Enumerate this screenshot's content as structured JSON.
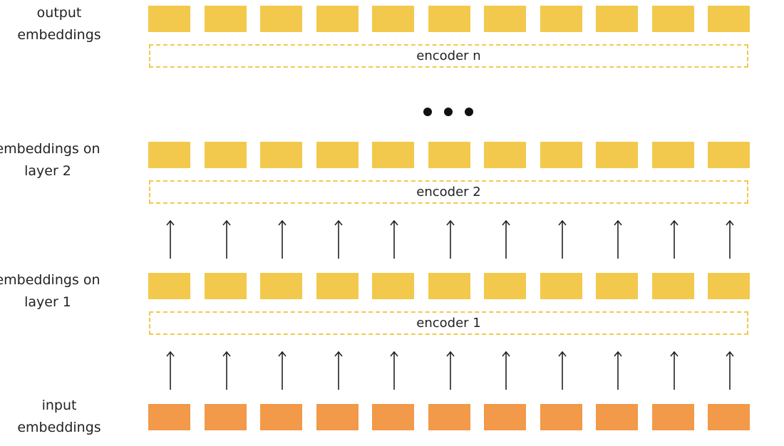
{
  "colors": {
    "embedding": "#F2C94C",
    "input": "#F2994A",
    "encoder_border": "#F2C94C",
    "arrow": "#222222"
  },
  "tokens_per_row": 11,
  "labels": {
    "output": [
      "output",
      "embeddings"
    ],
    "layer2": [
      "embeddings on",
      "layer 2"
    ],
    "layer1": [
      "embeddings on",
      "layer 1"
    ],
    "input": [
      "input",
      "embeddings"
    ]
  },
  "encoders": {
    "n": "encoder n",
    "two": "encoder 2",
    "one": "encoder 1"
  }
}
